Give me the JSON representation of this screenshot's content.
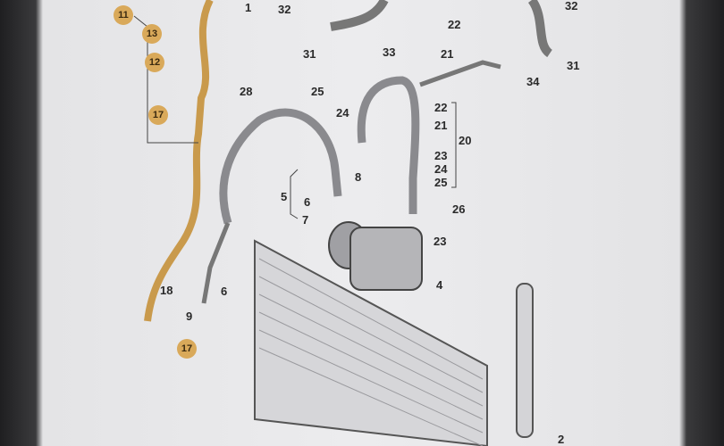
{
  "diagram": {
    "title": "A/C refrigerant circuit parts diagram",
    "highlighted_labels": [
      "11",
      "13",
      "12",
      "17",
      "17"
    ],
    "labels": [
      "1",
      "32",
      "31",
      "33",
      "25",
      "24",
      "28",
      "22",
      "21",
      "32",
      "31",
      "34",
      "22",
      "21",
      "20",
      "23",
      "24",
      "25",
      "8",
      "5",
      "6",
      "7",
      "26",
      "23",
      "4",
      "18",
      "9",
      "6",
      "2"
    ],
    "colors": {
      "highlight": "#d9a95a",
      "paper": "#ececee",
      "line": "#4a4a4a"
    }
  }
}
